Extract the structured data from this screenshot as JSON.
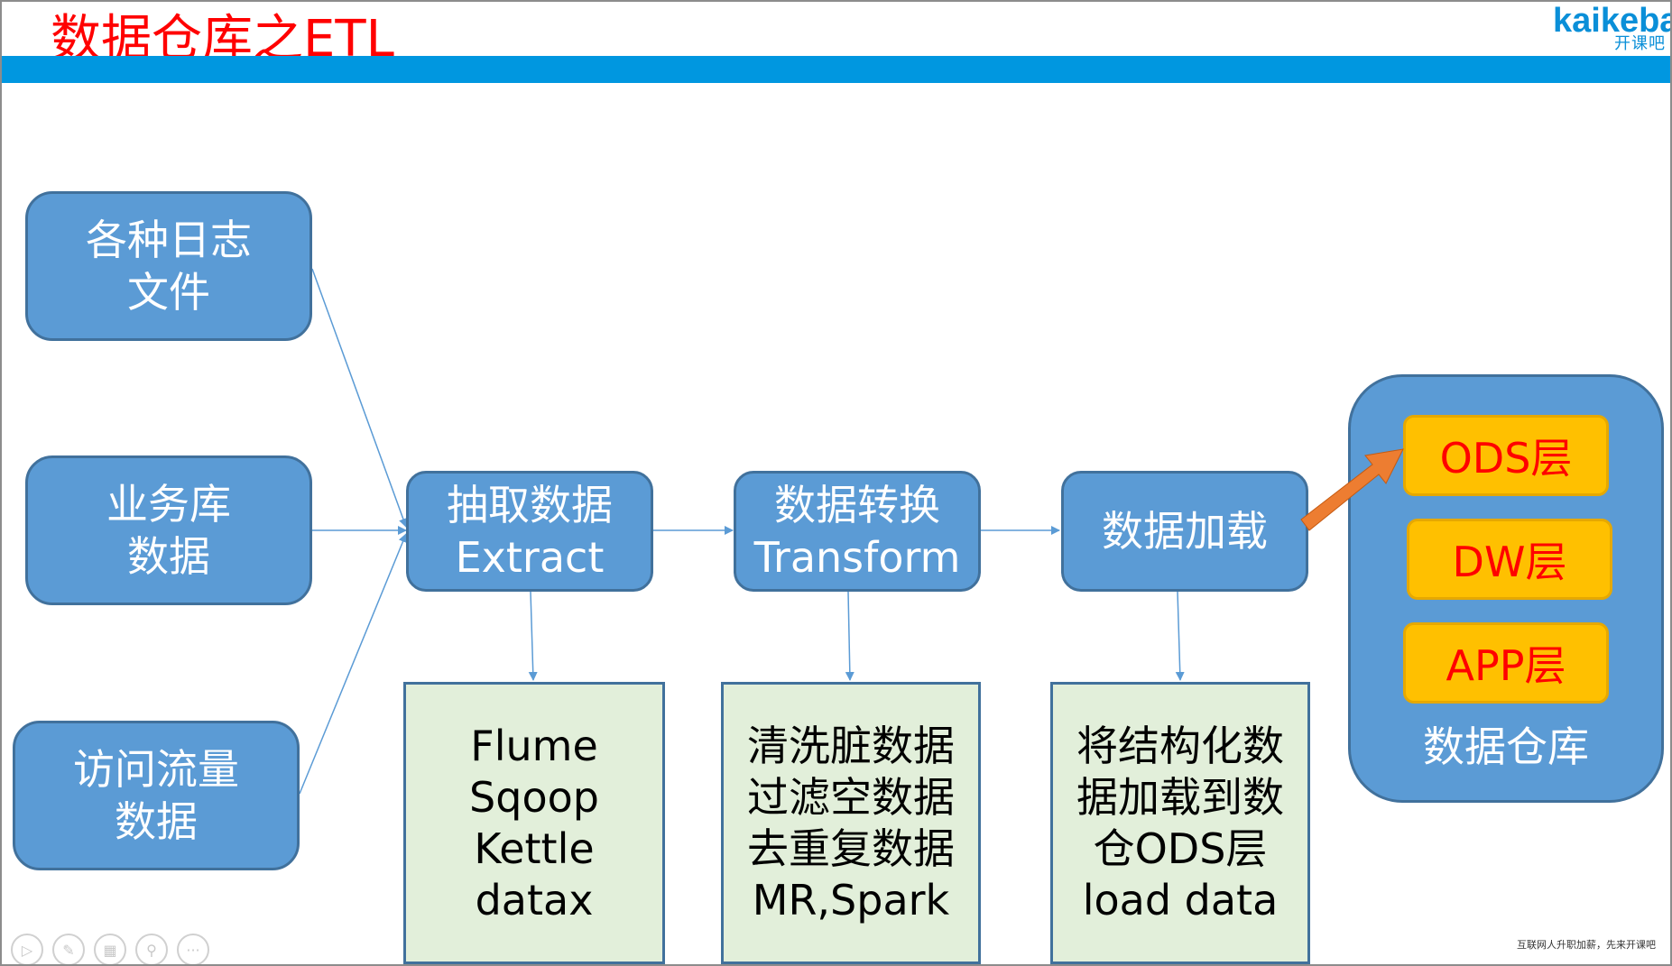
{
  "header": {
    "title": "数据仓库之ETL",
    "logo_main": "kaikeba",
    "logo_sub": "开课吧"
  },
  "sources": [
    {
      "line1": "各种日志",
      "line2": "文件"
    },
    {
      "line1": "业务库",
      "line2": "数据"
    },
    {
      "line1": "访问流量",
      "line2": "数据"
    }
  ],
  "steps": [
    {
      "line1": "抽取数据",
      "line2": "Extract"
    },
    {
      "line1": "数据转换",
      "line2": "Transform"
    },
    {
      "line1": "数据加载",
      "line2": ""
    }
  ],
  "details": [
    {
      "lines": [
        "Flume",
        "Sqoop",
        "Kettle",
        "datax"
      ]
    },
    {
      "lines": [
        "清洗脏数据",
        "过滤空数据",
        "去重复数据",
        "MR,Spark"
      ]
    },
    {
      "lines": [
        "将结构化数",
        "据加载到数",
        "仓ODS层",
        "load data"
      ]
    }
  ],
  "warehouse": {
    "label": "数据仓库",
    "layers": [
      "ODS层",
      "DW层",
      "APP层"
    ]
  },
  "footer": {
    "slogan": "互联网人升职加薪，先来开课吧"
  },
  "toolbar": {
    "play": "▷",
    "pen": "✎",
    "slides": "▦",
    "zoom": "⚲",
    "more": "···"
  },
  "colors": {
    "title": "#ff0000",
    "title_bar": "#0097e0",
    "box_fill": "#5b9bd5",
    "detail_fill": "#e2efda",
    "layer_fill": "#ffc000",
    "arrow": "#ed7d31"
  }
}
